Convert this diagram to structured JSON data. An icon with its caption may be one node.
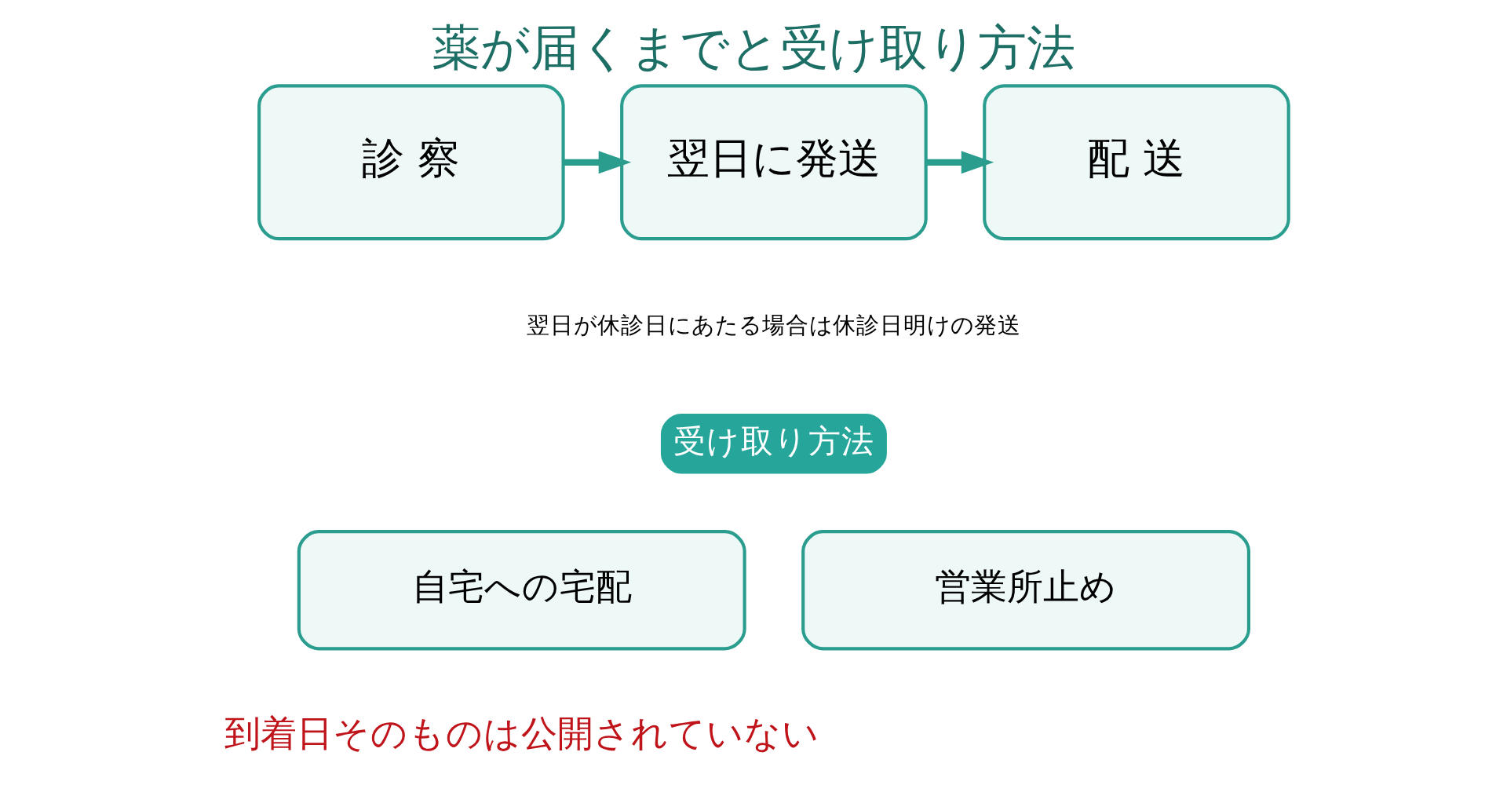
{
  "diagram": {
    "title": "薬が届くまでと受け取り方法",
    "nodes": [
      {
        "text": [
          "診 察"
        ]
      },
      {
        "text": [
          "翌日に発送"
        ],
        "beside": [
          "翌日が休診日にあたる場合は休診日明けの発送"
        ]
      },
      {
        "text": [
          "配 送"
        ]
      },
      {
        "text": [
          "受け取り方法"
        ]
      },
      {
        "text": [
          "自宅への宅配"
        ]
      },
      {
        "text": [
          "営業所止め"
        ]
      }
    ],
    "edges": [
      {
        "from": 0,
        "to": 1,
        "arrow": "to"
      },
      {
        "from": 1,
        "to": 2,
        "arrow": "to"
      }
    ],
    "labels": [
      "到着日そのものは公開されていない"
    ]
  }
}
